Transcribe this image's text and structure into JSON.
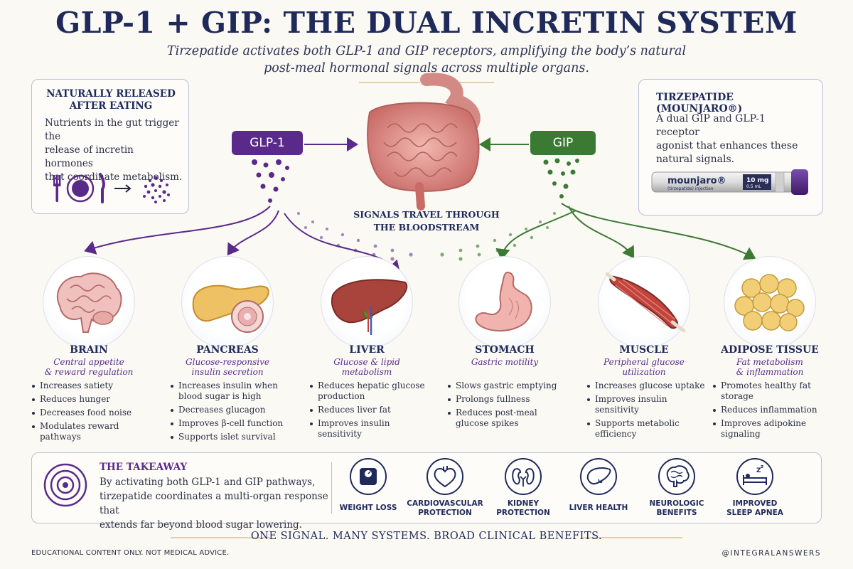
{
  "header": {
    "title": "GLP-1 + GIP: THE DUAL INCRETIN SYSTEM",
    "subtitle_line1": "Tirzepatide activates both GLP-1 and GIP receptors, amplifying the body’s natural",
    "subtitle_line2": "post-meal hormonal signals across multiple organs."
  },
  "released_card": {
    "title_line1": "NATURALLY RELEASED",
    "title_line2": "AFTER EATING",
    "body_line1": "Nutrients in the gut trigger the",
    "body_line2": "release of incretin hormones",
    "body_line3": "that coordinate metabolism.",
    "icons": [
      "fork-knife-plate-icon",
      "arrow-right-icon",
      "hormone-dots-icon"
    ]
  },
  "tirzepatide_card": {
    "title": "TIRZEPATIDE (MOUNJARO®)",
    "body_line1": "A dual GIP and GLP-1 receptor",
    "body_line2": "agonist that enhances these",
    "body_line3": "natural signals.",
    "pen_brand": "mounjaro®",
    "pen_generic": "(tirzepatide) injection",
    "pen_dose": "10 mg",
    "pen_volume": "0.5 mL"
  },
  "hormones": {
    "glp1_label": "GLP-1",
    "gip_label": "GIP",
    "glp1_color": "#5a2a8a",
    "gip_color": "#3b7a33"
  },
  "bloodstream": {
    "line1": "SIGNALS TRAVEL THROUGH",
    "line2": "THE BLOODSTREAM"
  },
  "organs": [
    {
      "name": "BRAIN",
      "sub": [
        "Central appetite",
        "& reward regulation"
      ],
      "bullets": [
        [
          "Increases satiety"
        ],
        [
          "Reduces hunger"
        ],
        [
          "Decreases food noise"
        ],
        [
          "Modulates reward",
          "pathways"
        ]
      ],
      "icon": "brain-icon"
    },
    {
      "name": "PANCREAS",
      "sub": [
        "Glucose-responsive",
        "insulin secretion"
      ],
      "bullets": [
        [
          "Increases insulin when",
          "blood sugar is high"
        ],
        [
          "Decreases glucagon"
        ],
        [
          "Improves β-cell function"
        ],
        [
          "Supports islet survival"
        ]
      ],
      "icon": "pancreas-icon"
    },
    {
      "name": "LIVER",
      "sub": [
        "Glucose & lipid",
        "metabolism"
      ],
      "bullets": [
        [
          "Reduces hepatic glucose",
          "production"
        ],
        [
          "Reduces liver fat"
        ],
        [
          "Improves insulin",
          "sensitivity"
        ]
      ],
      "icon": "liver-icon"
    },
    {
      "name": "STOMACH",
      "sub": [
        "Gastric motility"
      ],
      "bullets": [
        [
          "Slows gastric emptying"
        ],
        [
          "Prolongs fullness"
        ],
        [
          "Reduces post-meal",
          "glucose spikes"
        ]
      ],
      "icon": "stomach-icon"
    },
    {
      "name": "MUSCLE",
      "sub": [
        "Peripheral glucose",
        "utilization"
      ],
      "bullets": [
        [
          "Increases glucose uptake"
        ],
        [
          "Improves insulin",
          "sensitivity"
        ],
        [
          "Supports metabolic",
          "efficiency"
        ]
      ],
      "icon": "muscle-icon"
    },
    {
      "name": "ADIPOSE TISSUE",
      "sub": [
        "Fat metabolism",
        "& inflammation"
      ],
      "bullets": [
        [
          "Promotes healthy fat",
          "storage"
        ],
        [
          "Reduces inflammation"
        ],
        [
          "Improves adipokine",
          "signaling"
        ]
      ],
      "icon": "adipose-icon"
    }
  ],
  "takeaway": {
    "title": "THE TAKEAWAY",
    "body_line1": "By activating both GLP-1 and GIP pathways,",
    "body_line2": "tirzepatide coordinates a multi-organ response that",
    "body_line3": "extends far beyond blood sugar lowering.",
    "icon": "target-icon"
  },
  "benefits": [
    {
      "lines": [
        "WEIGHT LOSS"
      ],
      "icon": "scale-icon"
    },
    {
      "lines": [
        "CARDIOVASCULAR",
        "PROTECTION"
      ],
      "icon": "heart-icon"
    },
    {
      "lines": [
        "KIDNEY",
        "PROTECTION"
      ],
      "icon": "kidney-icon"
    },
    {
      "lines": [
        "LIVER HEALTH"
      ],
      "icon": "liver-outline-icon"
    },
    {
      "lines": [
        "NEUROLOGIC",
        "BENEFITS"
      ],
      "icon": "brain-outline-icon"
    },
    {
      "lines": [
        "IMPROVED",
        "SLEEP APNEA"
      ],
      "icon": "sleep-icon"
    }
  ],
  "footer": {
    "tagline": "ONE SIGNAL. MANY SYSTEMS. BROAD CLINICAL BENEFITS.",
    "disclaimer": "EDUCATIONAL CONTENT ONLY. NOT MEDICAL ADVICE.",
    "handle": "@INTEGRALANSWERS"
  }
}
